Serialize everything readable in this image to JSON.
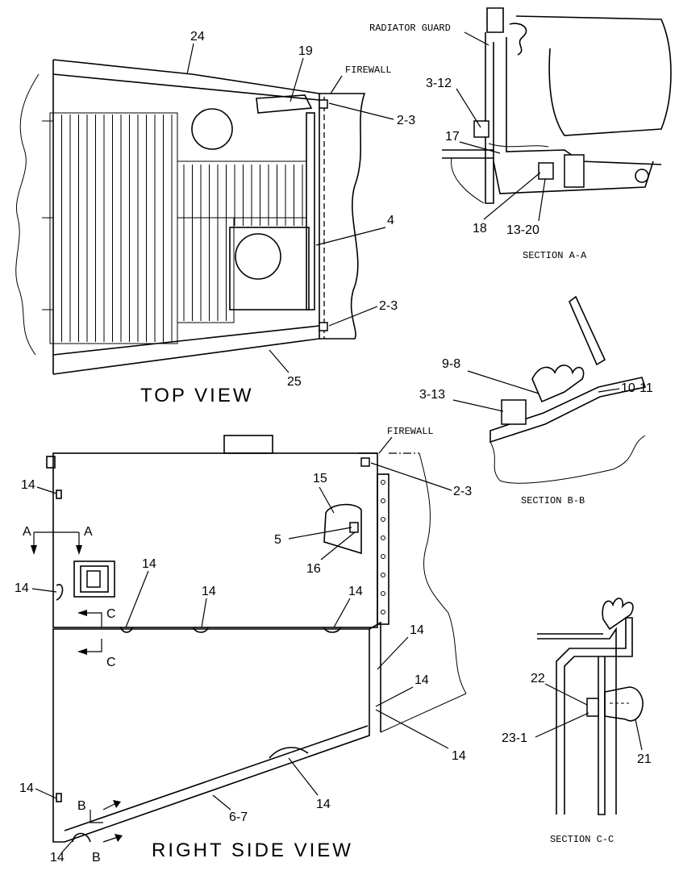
{
  "views": {
    "top_view": "TOP VIEW",
    "right_side_view": "RIGHT SIDE VIEW",
    "section_aa": "SECTION A-A",
    "section_bb": "SECTION B-B",
    "section_cc": "SECTION C-C"
  },
  "annotations": {
    "radiator_guard": "RADIATOR GUARD",
    "firewall_top": "FIREWALL",
    "firewall_side": "FIREWALL"
  },
  "section_markers": {
    "a": "A",
    "b": "B",
    "c": "C"
  },
  "callouts": {
    "c24": "24",
    "c19": "19",
    "c2_3": "2-3",
    "c4": "4",
    "c25": "25",
    "c3_12": "3-12",
    "c17": "17",
    "c18": "18",
    "c13_20": "13-20",
    "c9_8": "9-8",
    "c3_13": "3-13",
    "c10_11": "10-11",
    "c14": "14",
    "c15": "15",
    "c5": "5",
    "c16": "16",
    "c6_7": "6-7",
    "c22": "22",
    "c23_1": "23-1",
    "c21": "21"
  }
}
